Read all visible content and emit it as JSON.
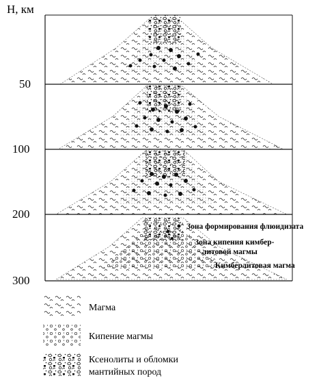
{
  "axis": {
    "title": "Н, км",
    "depths": [
      "50",
      "100",
      "200",
      "300"
    ]
  },
  "annotations": {
    "fluidizate_zone": "Зона формирования флюидизата",
    "boiling_zone_line1": "Зона кипения кимбер-",
    "boiling_zone_line2": "литовой магмы",
    "kimberlite_magma": "Кимберлитовая магма"
  },
  "legend": [
    {
      "label": "Магма",
      "pattern": "magma"
    },
    {
      "label": "Кипение магмы",
      "pattern": "boiling"
    },
    {
      "label_line1": "Ксенолиты и обломки",
      "label_line2": "мантийных пород",
      "pattern": "xenoliths"
    }
  ],
  "colors": {
    "ink": "#111111",
    "background": "#ffffff"
  }
}
